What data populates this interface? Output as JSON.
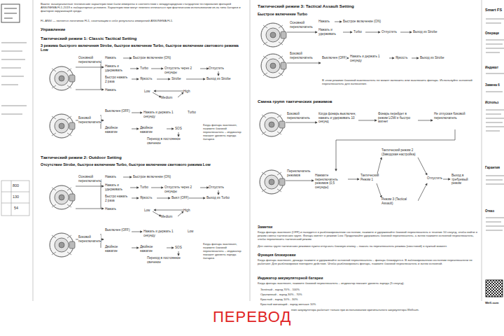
{
  "diagram": {
    "caption": "ПЕРЕВОД",
    "labels": [
      "800",
      "130",
      "54",
      "Важно: вышеуказанные технические характеристики были измерены в соответствии с международным стандартом тестирования фонарей ANSI/NEMA FL1-2019 в лабораторных условиях. Характеристики могут немного отличаться при фактическом использовании из-за типа батареи и факторов окружающей среды.",
      "FL-ANSI — является логотипом FL1, сочетающим в себе результаты измерений ANSI/NEMA FL1.",
      "Управление",
      "Тактический режим 1: Classic Tactical Setting",
      "3 режима быстрого включения Strobe, быстрое включение Turbo, быстрое включение светового режима Low",
      "Основной переключатель",
      "Нажать",
      "Быстрое включение (ON)",
      "Нажать и удерживать",
      "Turbo",
      "Отпустить через 2 секунды",
      "Отпустить",
      "Выход из Strobe",
      "Strobe",
      "Быстро нажать 2 раза",
      "Яркость",
      "Low",
      "Medium",
      "High",
      "Нажать",
      "Боковой переключатель",
      "Выключен (OFF)",
      "Нажать и держать 1 секунду",
      "Turbo",
      "Двойное нажатие",
      "Двойное нажатие",
      "SOS",
      "Переход в постоянное свечение",
      "Когда фонарь выключен, нажмите боковой переключатель – индикатор покажет уровень заряда батареи.",
      "Тактический режим 2: Outdoor Setting",
      "Отсутствие Strobe, быстрое включение Turbo, быстрое включение светового режима Low",
      "Основной переключатель",
      "Нажать",
      "Быстрое включение (ON)",
      "Нажать и удерживать",
      "Turbo",
      "Отпустить через 2 секунды",
      "Отпустить",
      "Выход из Turbo",
      "Выкл (OFF)",
      "Быстро нажать 2 раза",
      "Яркость",
      "Low",
      "Medium",
      "High",
      "Нажать",
      "Боковой переключатель",
      "Выключен (OFF)",
      "Нажать и держать 1 секунду",
      "Low",
      "Двойное нажатие",
      "Двойное нажатие",
      "SOS",
      "Переход в постоянное свечение",
      "Когда фонарь выключен, нажмите боковой переключатель – индикатор покажет уровень заряда батареи.",
      "Тактический режим 3: Tactical Assault Setting",
      "Быстрое включение Turbo",
      "Основной переключатель",
      "Нажать",
      "Быстрое включение (ON)",
      "Нажать и удерживать",
      "Turbo",
      "Отпустить",
      "Выход из Strobe",
      "Боковой переключатель",
      "Выключен (OFF)",
      "Нажать и держать 1 секунду",
      "Яркость",
      "Выход из Strobe",
      "В этом режиме боковой выключатель не может включить или выключить фонарь. Используйте основной переключатель для включения.",
      "Смена групп тактических режимов",
      "Боковой переключатель",
      "Когда фонарь выключен, нажать и удерживать 10 секунд",
      "Фонарь перейдет в режим LOW и быстро мигнет",
      "Не отпуская боковой переключатель",
      "Переключатель режимов",
      "Нажмите переключатель режимов (0,5 секунды)",
      "Тактический Режим 1",
      "Тактический режим 2 (Заводская настройка)",
      "Режим 3 (Tactical Assault)",
      "Отпустить",
      "Выход в требуемый режим",
      "Заметки",
      "Когда фонарь выключен (OFF) и находится в разблокированном состоянии, нажмите и удерживайте боковой переключатель в течение 10 секунд, чтобы войти в режим смены тактических групп. Фонарь мигнёт в режиме Low. Продолжайте удерживать боковой переключатель, а затем нажмите основной переключатель, чтобы переключить тактический режим.",
      "Для смены групп тактических режимов нужно отпускать боковую кнопку – нажать на переключатель режима (хвостовой) в нужный момент.",
      "Функция блокировки",
      "Когда фонарь выключен, дважды нажмите и удерживайте основной переключатель – фонарь блокируется. В заблокированном состоянии переключатели не работают. Для разблокировки повторите действие. Чтобы разблокировать фонарь, нажмите боковой переключатель и затем основной.",
      "Индикатор аккумуляторной батареи",
      "Когда фонарь выключен, нажмите боковой переключатель – индикатор покажет уровень заряда (5 секунд).",
      "Зелёный - заряд 70% - 100%",
      "Оранжевый - заряд 30% - 70%",
      "Красный - заряд 10% - 30%",
      "Красный мигающий - заряд меньше 10%",
      "Важно: индикатор состояния аккумулятора работает только при использовании оригинального аккумулятора Wellsum.",
      "Smart FS",
      "Операци",
      "Индикат",
      "Замена б",
      "Использ",
      "Гарантия",
      "Отказ",
      "Well-sum"
    ]
  }
}
